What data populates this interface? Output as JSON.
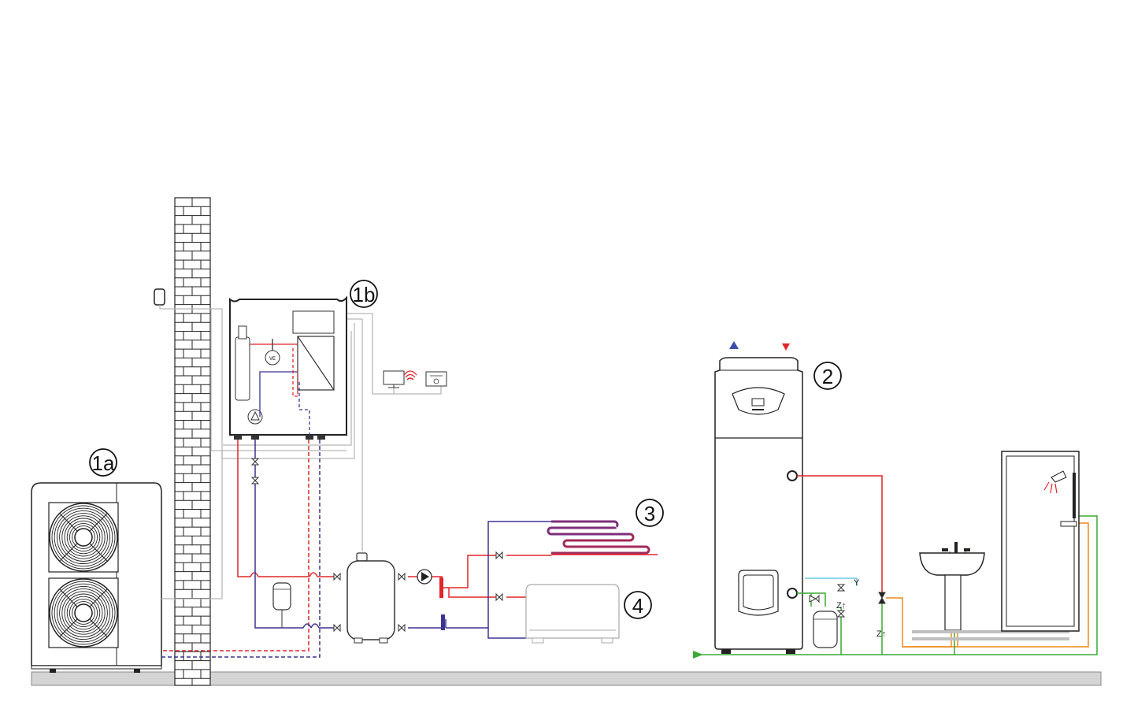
{
  "markers": [
    {
      "id": "1a",
      "label": "1a"
    },
    {
      "id": "1b",
      "label": "1b"
    },
    {
      "id": "2",
      "label": "2"
    },
    {
      "id": "3",
      "label": "3"
    },
    {
      "id": "4",
      "label": "4"
    }
  ],
  "valve_labels": {
    "z1": "Z↑",
    "z2": "Z↑",
    "y": "Y"
  },
  "colors": {
    "hot_water": "#e0262a",
    "return_water": "#3b3590",
    "cold_water": "#3aa935",
    "domestic_hot": "#ee8a1c",
    "signal": "#b8b8b8",
    "outline": "#222222",
    "ground": "#d4d4d4"
  },
  "icons": [
    "outdoor-unit",
    "indoor-hydraulic-module",
    "heat-pump-water-heater",
    "buffer-tank",
    "expansion-vessel",
    "circulation-pump",
    "underfloor-heating-loop",
    "radiator",
    "shower",
    "washbasin",
    "wall-thermostat",
    "wireless-thermostat",
    "brick-wall"
  ]
}
